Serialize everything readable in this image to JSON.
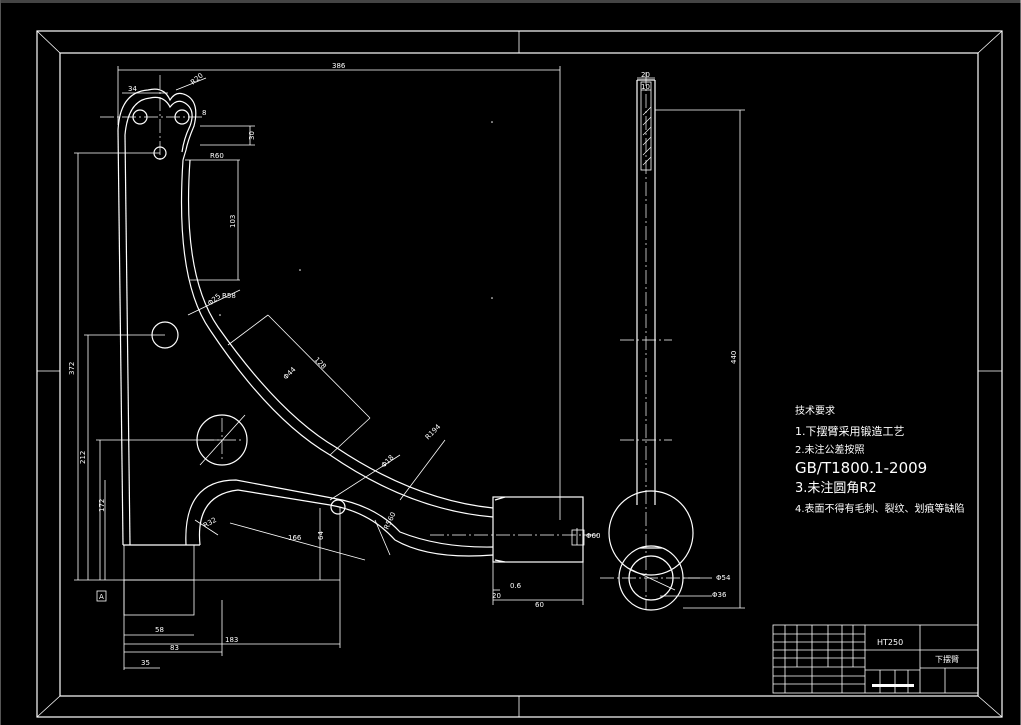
{
  "dimensions": {
    "overall_width": "386",
    "r20": "R20",
    "d34": "34",
    "d8": "8",
    "d30": "30",
    "r60": "R60",
    "d103": "103",
    "r58": "R58",
    "phi25": "Φ25",
    "d128": "128",
    "phi44": "Φ44",
    "r194": "R194",
    "phi18": "Φ18",
    "r560": "R560",
    "d372": "372",
    "d212": "212",
    "d172": "172",
    "r32": "R32",
    "d166": "166",
    "d64": "64",
    "d58": "58",
    "d83": "83",
    "d183": "183",
    "d35": "35",
    "d0_6": "0.6",
    "d60": "60",
    "d20_h": "20",
    "phi60": "Φ60",
    "d20_top": "20",
    "d10_top": "10",
    "d440": "440",
    "phi54": "Φ54",
    "phi36": "Φ36",
    "datum": "A"
  },
  "notes": {
    "title": "技术要求",
    "line1": "1.下摆臂采用锻造工艺",
    "line2": "2.未注公差按照",
    "line3": "GB/T1800.1-2009",
    "line4": "3.未注圆角R2",
    "line5": "4.表面不得有毛刺、裂纹、划痕等缺陷"
  },
  "title_block": {
    "material": "HT250",
    "part_name": "下摆臂"
  }
}
